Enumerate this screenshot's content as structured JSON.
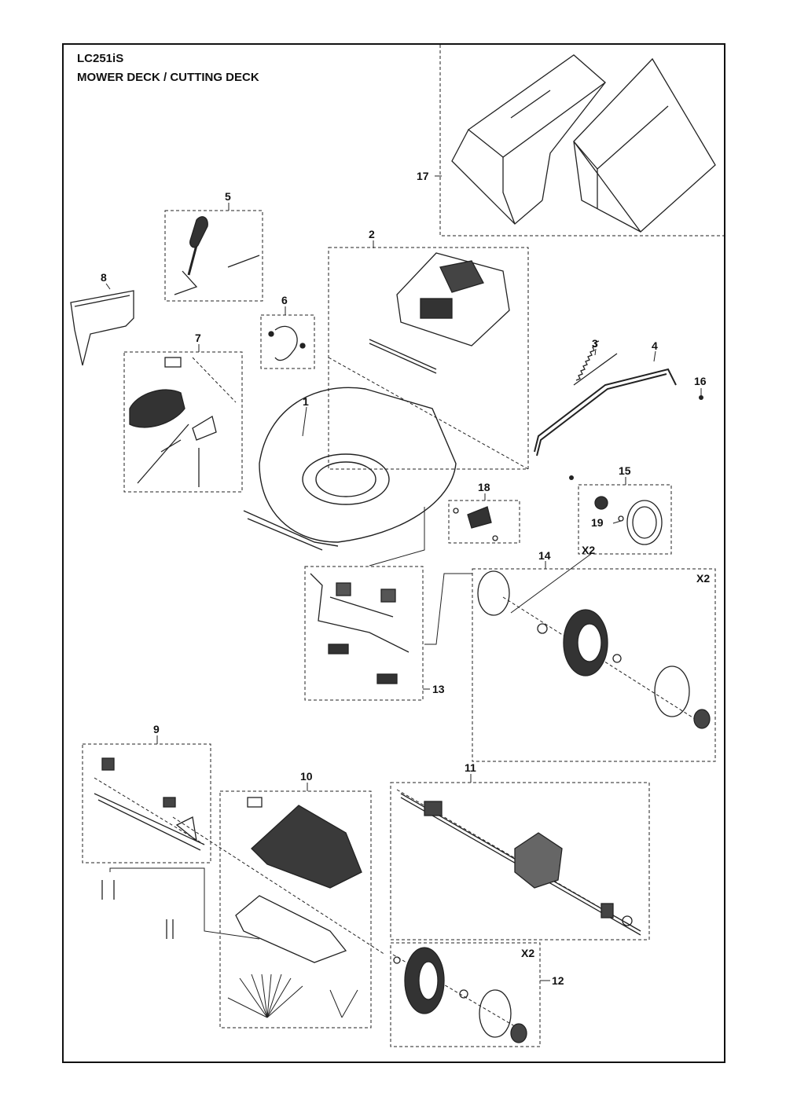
{
  "title": {
    "model": "LC251iS",
    "description": "MOWER DECK / CUTTING DECK"
  },
  "callouts": {
    "c1": "1",
    "c2": "2",
    "c3": "3",
    "c4": "4",
    "c5": "5",
    "c6": "6",
    "c7": "7",
    "c8": "8",
    "c9": "9",
    "c10": "10",
    "c11": "11",
    "c12": "12",
    "c13": "13",
    "c14": "14",
    "c15": "15",
    "c16": "16",
    "c17": "17",
    "c18": "18",
    "c19": "19"
  },
  "quantity_marks": {
    "wheel_front_x2": "X2",
    "wheel_14_x2": "X2",
    "wheel_12_x2": "X2"
  }
}
